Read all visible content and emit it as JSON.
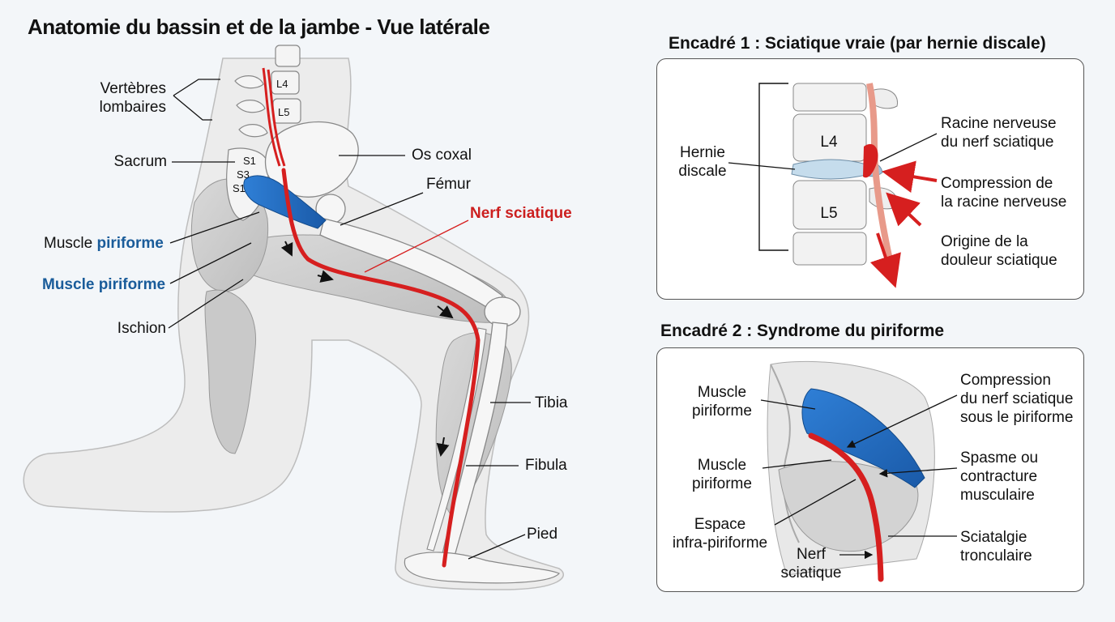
{
  "title": "Anatomie du bassin et de la jambe - Vue latérale",
  "main": {
    "vertebres": "Vertèbres\nlombaires",
    "l4": "L4",
    "l5": "L5",
    "sacrum": "Sacrum",
    "s1a": "S1",
    "s3": "S3",
    "s1b": "S1",
    "os_coxal": "Os coxal",
    "femur": "Fémur",
    "nerf_sciatique": "Nerf sciatique",
    "muscle_piriforme_prefix": "Muscle ",
    "muscle_piriforme_word": "piriforme",
    "muscle_piriforme_2": "Muscle piriforme",
    "ischion": "Ischion",
    "tibia": "Tibia",
    "fibula": "Fibula",
    "pied": "Pied"
  },
  "box1": {
    "title": "Encadré 1 : Sciatique vraie (par hernie discale)",
    "l4": "L4",
    "l5": "L5",
    "hernie": "Hernie\ndiscale",
    "racine": "Racine nerveuse\ndu nerf sciatique",
    "compression": "Compression de\nla racine nerveuse",
    "origine": "Origine de la\ndouleur sciatique"
  },
  "box2": {
    "title": "Encadré 2 : Syndrome du piriforme",
    "muscle1": "Muscle\npiriforme",
    "muscle2": "Muscle\npiriforme",
    "espace": "Espace\ninfra-piriforme",
    "nerf": "Nerf\nsciatique",
    "compression": "Compression\ndu nerf sciatique\nsous le piriforme",
    "spasme": "Spasme ou\ncontracture\nmusculaire",
    "sciatalgie": "Sciatalgie\ntronculaire"
  },
  "colors": {
    "nerve": "#d61f1f",
    "muscle_blue": "#1f6fc2",
    "bone": "#f1f1f1",
    "label_blue": "#1a5c9a"
  }
}
